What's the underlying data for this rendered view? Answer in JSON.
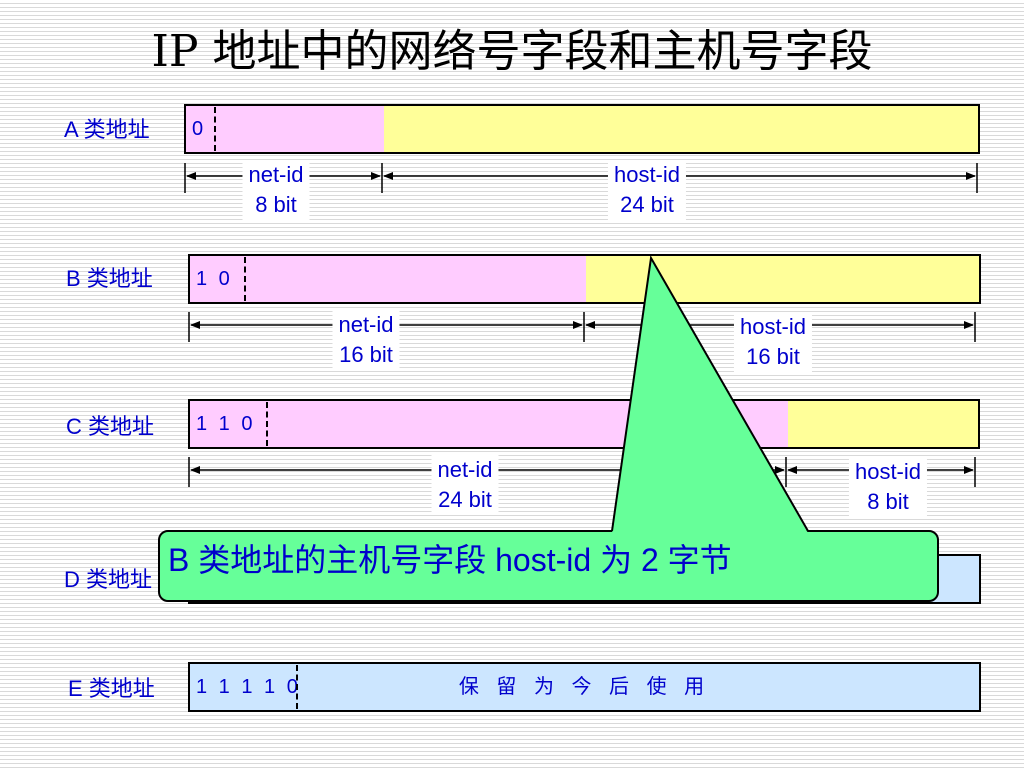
{
  "title": "IP 地址中的网络号字段和主机号字段",
  "colors": {
    "label_text": "#0000cc",
    "net_field": "#ffccff",
    "host_field": "#ffff99",
    "class_de_field": "#cce6ff",
    "callout_fill": "#66ff99"
  },
  "classes": [
    {
      "label": "A 类地址",
      "leading_bits": "0",
      "net_label": "net-id",
      "net_bits": "8 bit",
      "host_label": "host-id",
      "host_bits": "24 bit"
    },
    {
      "label": "B 类地址",
      "leading_bits": "1 0",
      "net_label": "net-id",
      "net_bits": "16 bit",
      "host_label": "host-id",
      "host_bits": "16 bit"
    },
    {
      "label": "C 类地址",
      "leading_bits": "1 1 0",
      "net_label": "net-id",
      "net_bits": "24 bit",
      "host_label": "host-id",
      "host_bits": "8 bit"
    },
    {
      "label": "D 类地址"
    },
    {
      "label": "E 类地址",
      "leading_bits": "1 1 1 1 0",
      "reserved_text": "保 留 为 今 后 使 用"
    }
  ],
  "callout": {
    "text": "B 类地址的主机号字段 host-id 为 2 字节"
  }
}
